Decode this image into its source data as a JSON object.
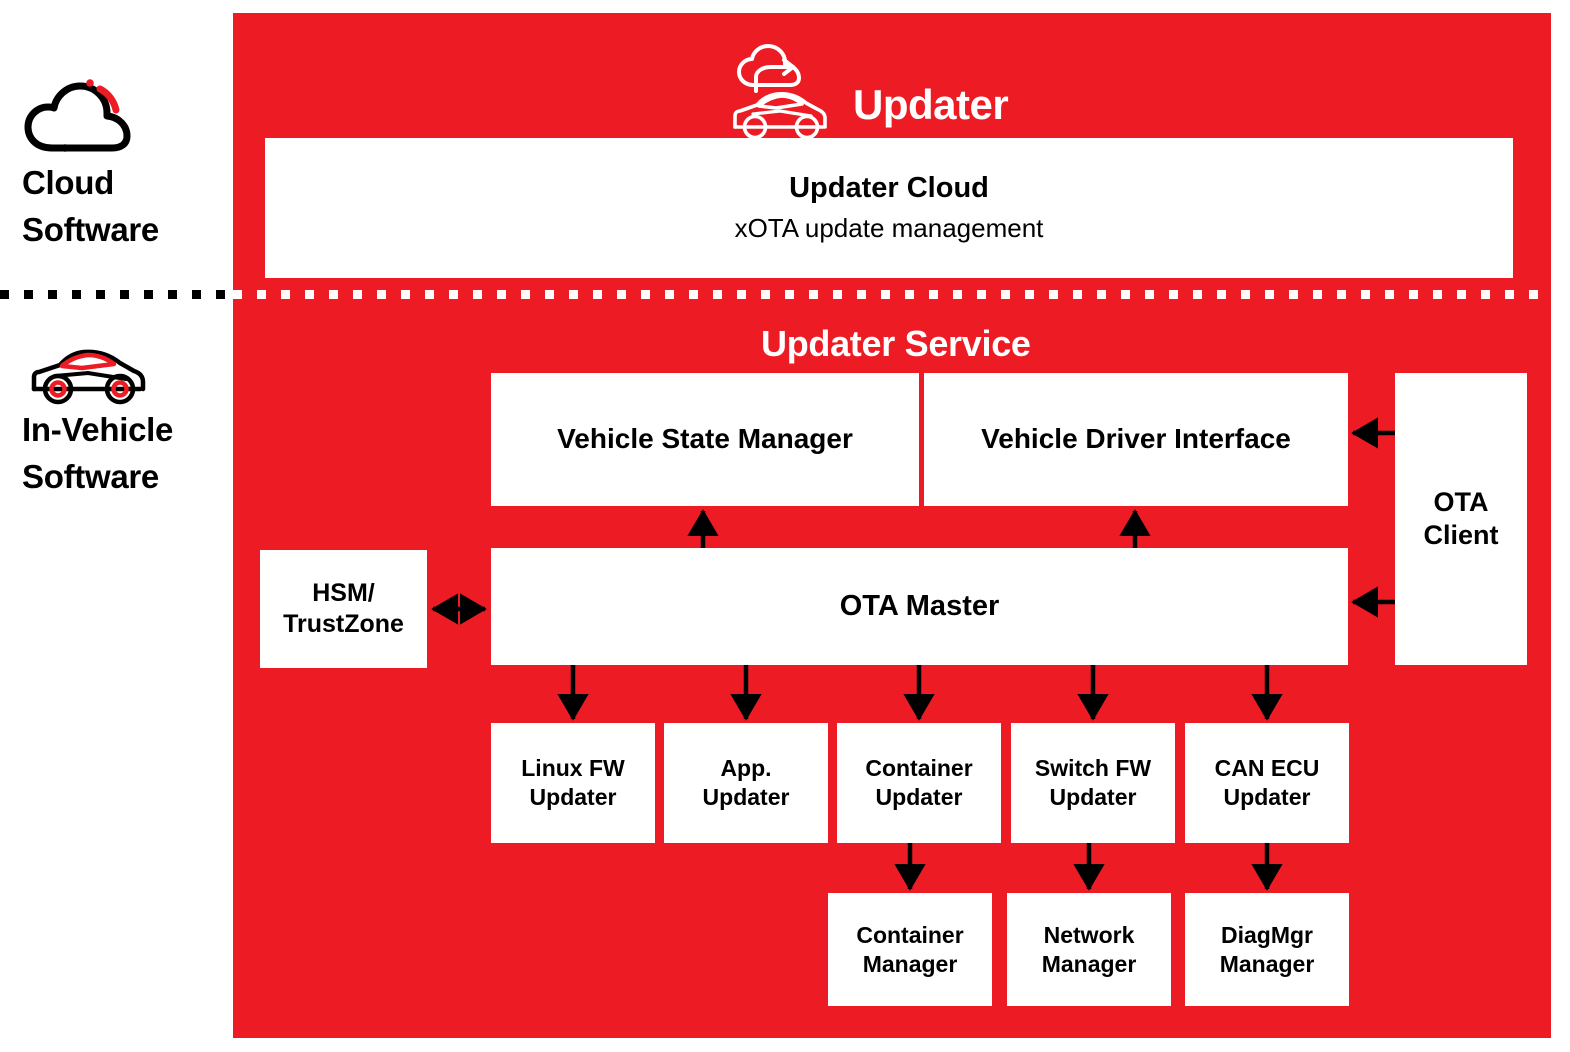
{
  "legend": {
    "cloud": {
      "icon": "cloud-icon",
      "line1": "Cloud",
      "line2": "Software"
    },
    "vehicle": {
      "icon": "car-icon",
      "line1": "In-Vehicle",
      "line2": "Software"
    }
  },
  "header": {
    "title": "Updater",
    "logo_icon": "cloud-to-car-update-icon"
  },
  "cloud_section": {
    "box": {
      "title": "Updater Cloud",
      "subtitle": "xOTA update management"
    }
  },
  "service_section": {
    "title": "Updater Service",
    "managers": [
      {
        "name": "vehicle-state-manager",
        "label": "Vehicle State Manager"
      },
      {
        "name": "vehicle-driver-interface",
        "label": "Vehicle Driver Interface"
      }
    ],
    "ota_client": {
      "line1": "OTA",
      "line2": "Client"
    },
    "hsm": {
      "line1": "HSM/",
      "line2": "TrustZone"
    },
    "ota_master": {
      "label": "OTA Master"
    },
    "updaters": [
      {
        "name": "linux-fw-updater",
        "line1": "Linux FW",
        "line2": "Updater"
      },
      {
        "name": "app-updater",
        "line1": "App.",
        "line2": "Updater"
      },
      {
        "name": "container-updater",
        "line1": "Container",
        "line2": "Updater"
      },
      {
        "name": "switch-fw-updater",
        "line1": "Switch FW",
        "line2": "Updater"
      },
      {
        "name": "can-ecu-updater",
        "line1": "CAN ECU",
        "line2": "Updater"
      }
    ],
    "bottom_managers": [
      {
        "name": "container-manager",
        "line1": "Container",
        "line2": "Manager"
      },
      {
        "name": "network-manager",
        "line1": "Network",
        "line2": "Manager"
      },
      {
        "name": "diagmgr-manager",
        "line1": "DiagMgr",
        "line2": "Manager"
      }
    ]
  },
  "colors": {
    "brand_red": "#ED1C24",
    "box_fill": "#FFFFFF",
    "text": "#000000",
    "arrow": "#000000"
  }
}
